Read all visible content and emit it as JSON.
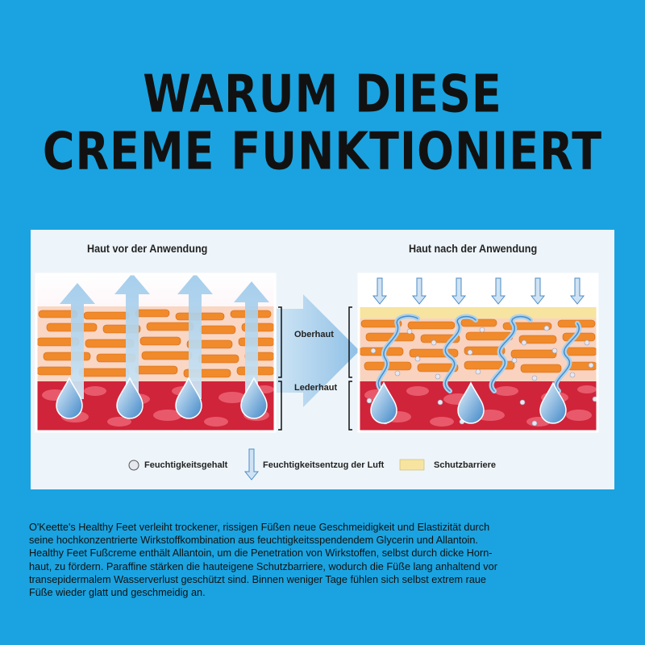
{
  "headline": {
    "line1": "WARUM DIESE",
    "line2": "CREME FUNKTIONIERT"
  },
  "diagram": {
    "before_title": "Haut vor der Anwendung",
    "after_title": "Haut nach der Anwendung",
    "layer_top": "Oberhaut",
    "layer_bottom": "Lederhaut",
    "legend": {
      "moisture": "Feuchtigkeitsgehalt",
      "air_loss": "Feuchtigkeitsentzug der Luft",
      "barrier": "Schutzbarriere"
    },
    "colors": {
      "barrier": "#f6e4a0",
      "epidermis": "#f08a2a",
      "dermis": "#d0243a",
      "drop": "#3f87c8"
    }
  },
  "body_lines": [
    "O'Keette's Healthy Feet verleiht trockener, rissigen Füßen neue Geschmeidigkeit und Elastizität durch",
    "seine hochkonzentrierte Wirkstoffkombination aus feuchtigkeitsspendendem Glycerin und Allantoin.",
    "Healthy Feet Fußcreme enthält Allantoin, um die Penetration von Wirkstoffen, selbst durch dicke Horn-",
    "haut, zu fördern. Paraffine stärken die hauteigene Schutzbarriere, wodurch die Füße lang anhaltend vor",
    "transepidermalem Wasserverlust geschützt sind. Binnen weniger Tage fühlen sich selbst extrem raue",
    "Füße wieder glatt und geschmeidig an."
  ]
}
